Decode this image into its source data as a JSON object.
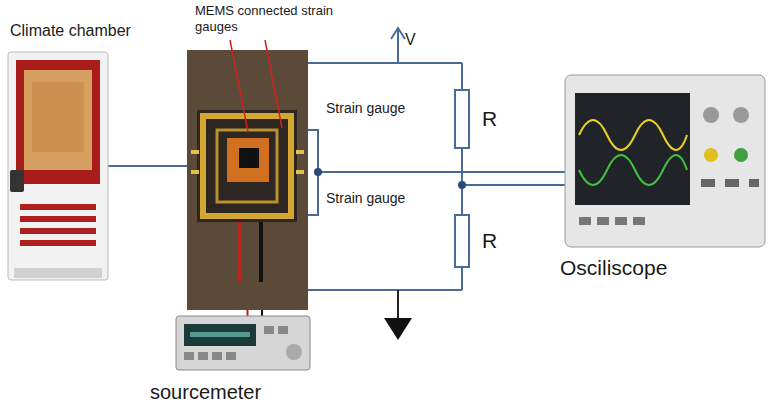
{
  "diagram": {
    "nodes": [
      {
        "text": [
          "Climate chamber"
        ]
      },
      {
        "text": [
          "MEMS connected strain gauges"
        ]
      },
      {
        "text": [
          "Osciliscope"
        ]
      },
      {
        "text": [
          "sourcemeter"
        ]
      }
    ],
    "edges": [
      {
        "from": 0,
        "to": 1,
        "arrow": "none"
      },
      {
        "from": 1,
        "to": 3,
        "arrow": "none"
      }
    ],
    "labels": [
      "V",
      "Strain gauge",
      "Strain gauge",
      "R",
      "R"
    ]
  }
}
